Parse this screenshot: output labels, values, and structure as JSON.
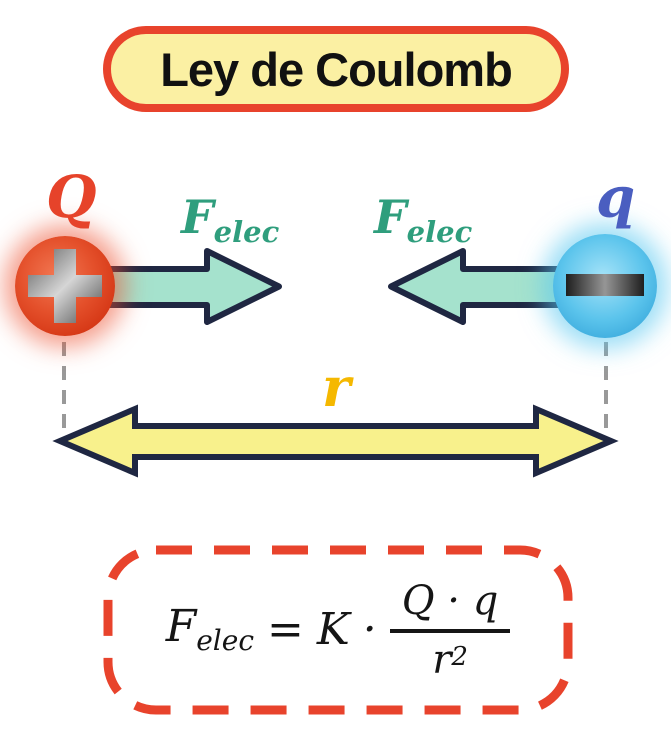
{
  "title": "Ley de Coulomb",
  "diagram": {
    "charge_large": {
      "symbol": "Q",
      "sign": "+"
    },
    "charge_small": {
      "symbol": "q",
      "sign": "−"
    },
    "force_label": {
      "main": "F",
      "sub": "elec"
    },
    "distance_label": "r"
  },
  "formula": {
    "lhs_main": "F",
    "lhs_sub": "elec",
    "equals": "=",
    "constant": "K",
    "multiply_dot": "·",
    "numerator": "Q · q",
    "denominator_base": "r",
    "denominator_exponent": "2"
  },
  "colors": {
    "accent_red": "#E8432C",
    "title_fill": "#FBF0A3",
    "force_arrow_fill": "#A5E2CD",
    "arrow_outline_navy": "#1F2742",
    "distance_arrow_fill": "#F8F18C",
    "distance_label_gold": "#F5B800",
    "force_label_teal": "#2F9E7D",
    "charge_large_red": "#E6432A",
    "charge_small_blue": "#4A5EC0",
    "dashed_guide_gray": "#999999"
  }
}
